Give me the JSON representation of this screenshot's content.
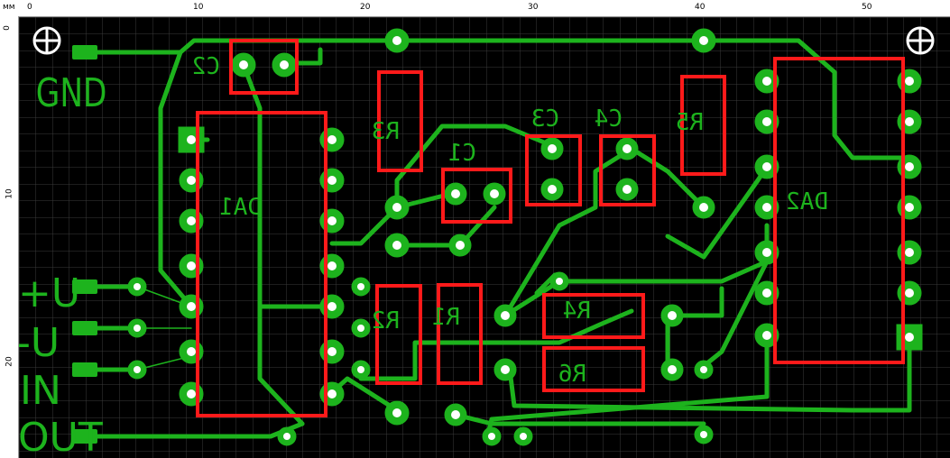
{
  "ruler": {
    "unit": "мм",
    "top_labels": [
      "0",
      "10",
      "20",
      "30",
      "40",
      "50"
    ],
    "left_labels": [
      "0",
      "10",
      "20"
    ]
  },
  "silk": {
    "gnd": "GND",
    "plus_u": "+U",
    "minus_u": "-U",
    "in": "IN",
    "out": "OUT",
    "da1": "DA1",
    "da2": "DA2",
    "c1": "C1",
    "c2": "C2",
    "c3": "C3",
    "c4": "C4",
    "r1": "R1",
    "r2": "R2",
    "r3": "R3",
    "r4": "R4",
    "r5": "R5",
    "r6": "R6"
  },
  "colors": {
    "trace": "#1db31d",
    "component_outline": "#ff1a1a",
    "grid": "#3a3a3a",
    "background": "#000000"
  }
}
